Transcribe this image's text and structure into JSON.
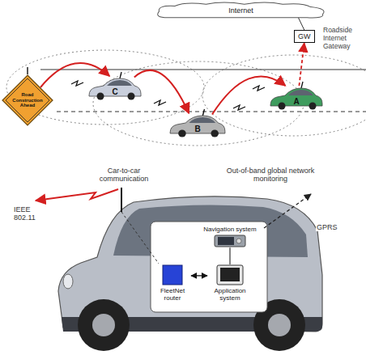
{
  "diagram": {
    "nodes": [
      {
        "text": [
          "Internet"
        ]
      },
      {
        "text": [
          "GW"
        ]
      },
      {
        "text": [
          "Road Construction Ahead"
        ]
      },
      {
        "text": [
          "C"
        ]
      },
      {
        "text": [
          "B"
        ]
      },
      {
        "text": [
          "A"
        ]
      },
      {
        "text": [
          "Navigation system"
        ]
      },
      {
        "text": [
          "FleetNet router"
        ]
      },
      {
        "text": [
          "Application system"
        ]
      }
    ],
    "edges": [
      {
        "from": 2,
        "to": 3,
        "arrow": "to"
      },
      {
        "from": 3,
        "to": 4,
        "arrow": "to"
      },
      {
        "from": 4,
        "to": 5,
        "arrow": "to"
      },
      {
        "from": 5,
        "to": 1,
        "arrow": "to"
      },
      {
        "from": 1,
        "to": 0,
        "arrow": "none"
      },
      {
        "from": 7,
        "to": 8,
        "arrow": "both"
      },
      {
        "from": 6,
        "to": 8,
        "arrow": "none"
      }
    ],
    "labels": [
      "Roadside Internet Gateway",
      "Car-to-car communication",
      "IEEE 802.11",
      "Out-of-band global network monitoring",
      "GPRS"
    ]
  }
}
